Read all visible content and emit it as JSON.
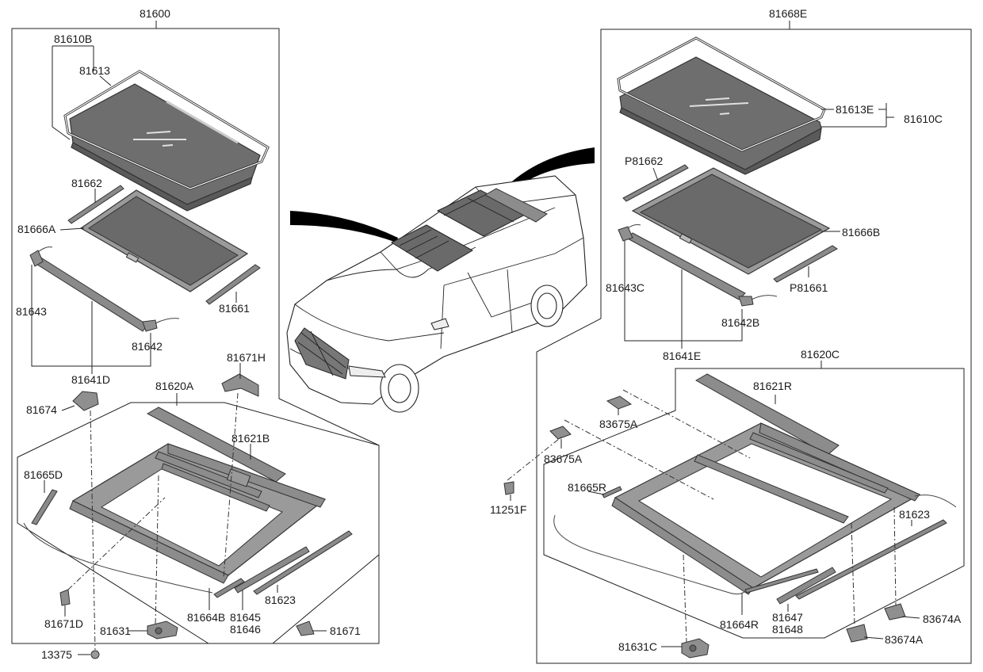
{
  "labels": {
    "p81600": "81600",
    "p81610B": "81610B",
    "p81613": "81613",
    "p81662": "81662",
    "p81666A": "81666A",
    "p81661": "81661",
    "p81643": "81643",
    "p81642": "81642",
    "p81641D": "81641D",
    "p81671H": "81671H",
    "p81674": "81674",
    "p81620A": "81620A",
    "p81621B": "81621B",
    "p81665D": "81665D",
    "p81671D": "81671D",
    "p81623L": "81623",
    "p81664B": "81664B",
    "p81645": "81645",
    "p81646": "81646",
    "p81631": "81631",
    "p81671": "81671",
    "p13375": "13375",
    "p81668E": "81668E",
    "p81613E": "81613E",
    "p81610C": "81610C",
    "pP81662": "P81662",
    "p81666B": "81666B",
    "pP81661": "P81661",
    "p81643C": "81643C",
    "p81642B": "81642B",
    "p81641E": "81641E",
    "p81620C": "81620C",
    "p81621R": "81621R",
    "p83675A_1": "83675A",
    "p83675A_2": "83675A",
    "p11251F": "11251F",
    "p81665R": "81665R",
    "p81623R": "81623",
    "p81664R": "81664R",
    "p81647": "81647",
    "p81648": "81648",
    "p83674A_1": "83674A",
    "p83674A_2": "83674A",
    "p81631C": "81631C"
  },
  "icons": {
    "vehicle": "minivan-illustration-icon",
    "front_sunroof": "front-sunroof-icon",
    "rear_sunroof": "rear-sunroof-icon"
  },
  "colors": {
    "line": "#222222",
    "part_fill": "#8f8f8f",
    "glass_fill": "#6e6e6e"
  }
}
